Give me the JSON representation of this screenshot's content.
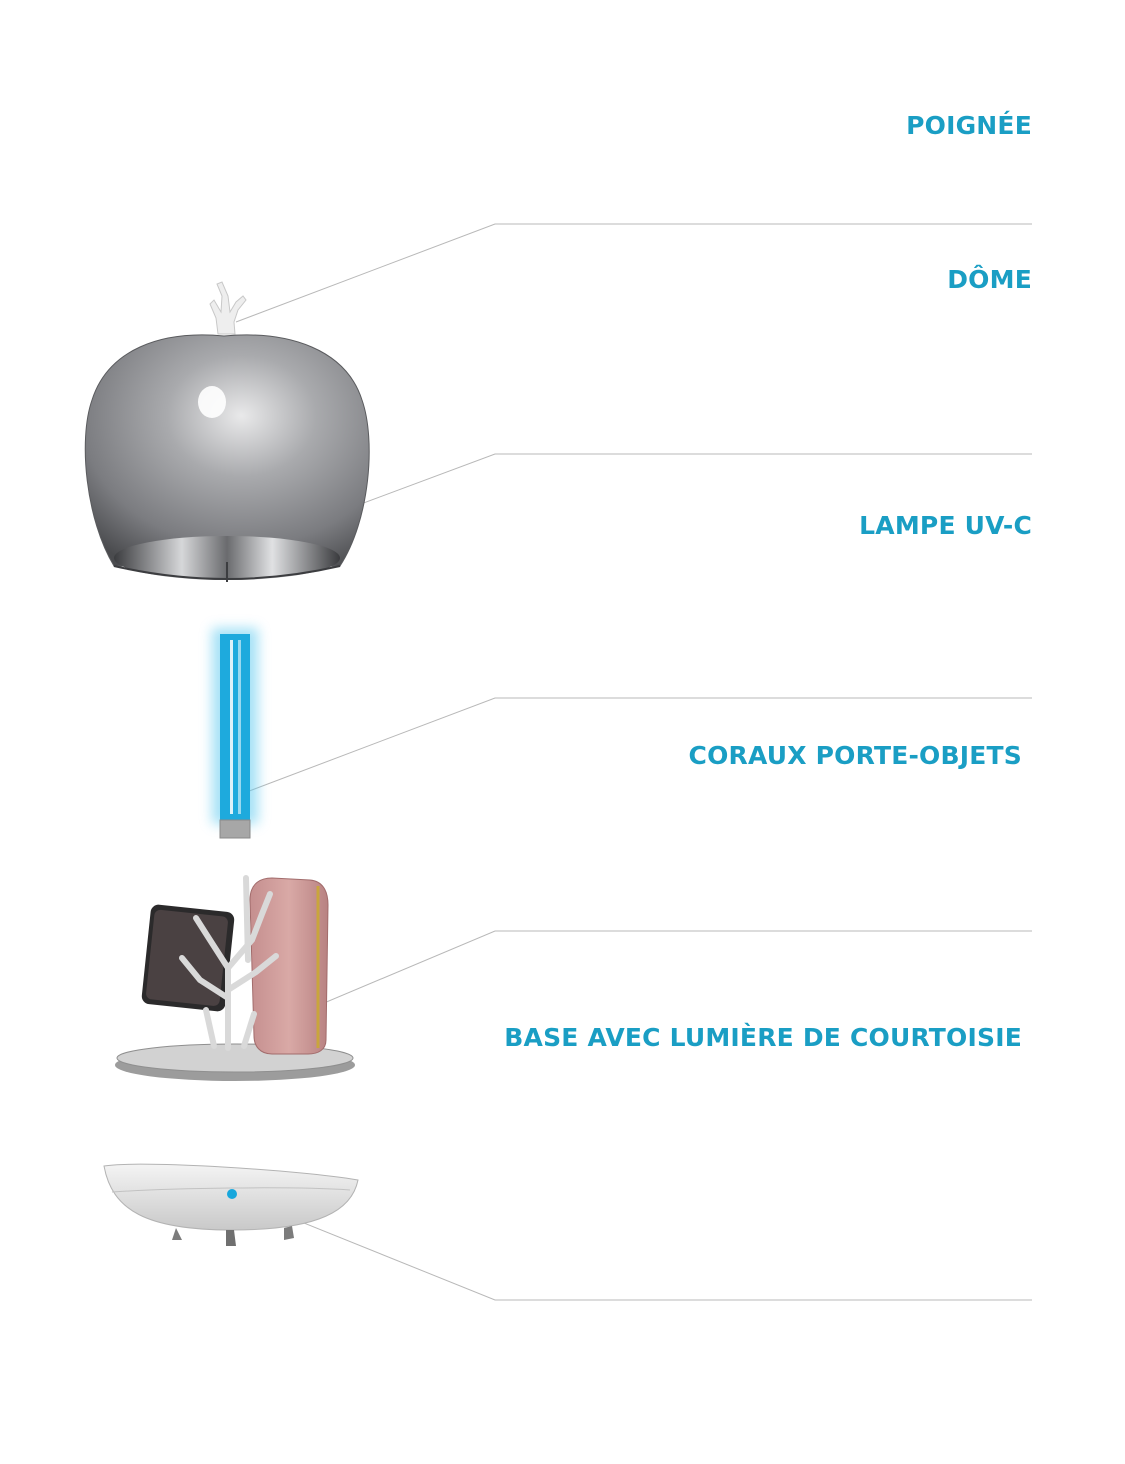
{
  "accent_color": "#1a9ec4",
  "leader_line_color": "#b8b8b8",
  "parts": [
    {
      "id": "handle",
      "label": "POIGNÉE",
      "icon": "coral-handle-illustration"
    },
    {
      "id": "dome",
      "label": "DÔME",
      "icon": "chrome-dome-illustration"
    },
    {
      "id": "uvc-lamp",
      "label": "LAMPE UV-C",
      "icon": "uv-lamp-illustration"
    },
    {
      "id": "coral-holders",
      "label": "CORAUX PORTE-OBJETS",
      "icon": "coral-tree-illustration"
    },
    {
      "id": "base-light",
      "label": "BASE AVEC LUMIÈRE DE COURTOISIE",
      "icon": "base-illustration"
    }
  ]
}
